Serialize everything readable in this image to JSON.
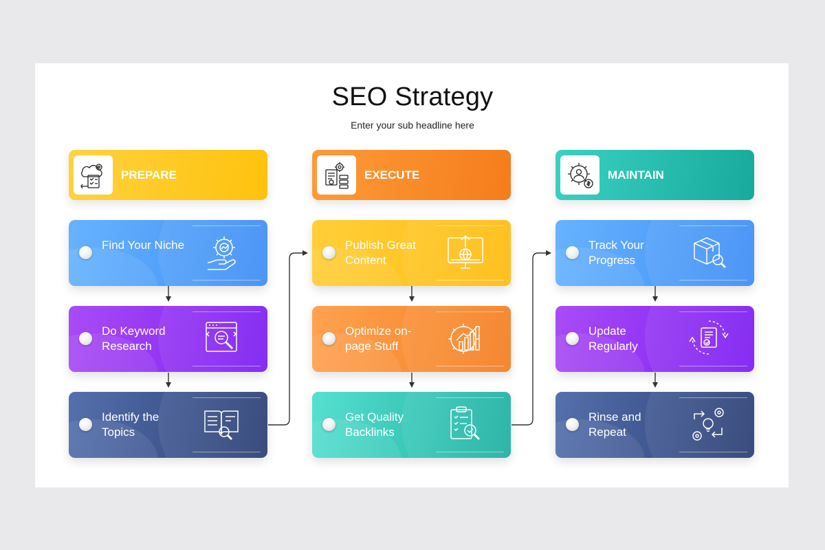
{
  "slide": {
    "title": "SEO Strategy",
    "subtitle": "Enter your sub headline here"
  },
  "columns": [
    {
      "header": "PREPARE",
      "header_icon": "settings-document-icon",
      "header_color": "#ffc20d",
      "steps": [
        {
          "label": "Find Your Niche",
          "icon": "gear-hand-icon",
          "color": "#3f8ef5"
        },
        {
          "label": "Do Keyword Research",
          "icon": "browser-search-icon",
          "color": "#7d1ef2"
        },
        {
          "label": "Identify the Topics",
          "icon": "book-search-icon",
          "color": "#2c3f74"
        }
      ]
    },
    {
      "header": "EXECUTE",
      "header_icon": "gear-checklist-icon",
      "header_color": "#f47d1b",
      "steps": [
        {
          "label": "Publish Great Content",
          "icon": "monitor-upload-icon",
          "color": "#ffbc10"
        },
        {
          "label": "Optimize on-page Stuff",
          "icon": "gear-growth-icon",
          "color": "#f47f22"
        },
        {
          "label": "Get Quality Backlinks",
          "icon": "clipboard-search-icon",
          "color": "#1eb0a2"
        }
      ]
    },
    {
      "header": "MAINTAIN",
      "header_icon": "gear-user-dollar-icon",
      "header_color": "#18aa9b",
      "steps": [
        {
          "label": "Track Your Progress",
          "icon": "box-search-icon",
          "color": "#3f8ef5"
        },
        {
          "label": "Update Regularly",
          "icon": "document-refresh-icon",
          "color": "#7d1ef2"
        },
        {
          "label": "Rinse and Repeat",
          "icon": "idea-cycle-icon",
          "color": "#2c3f74"
        }
      ]
    }
  ]
}
